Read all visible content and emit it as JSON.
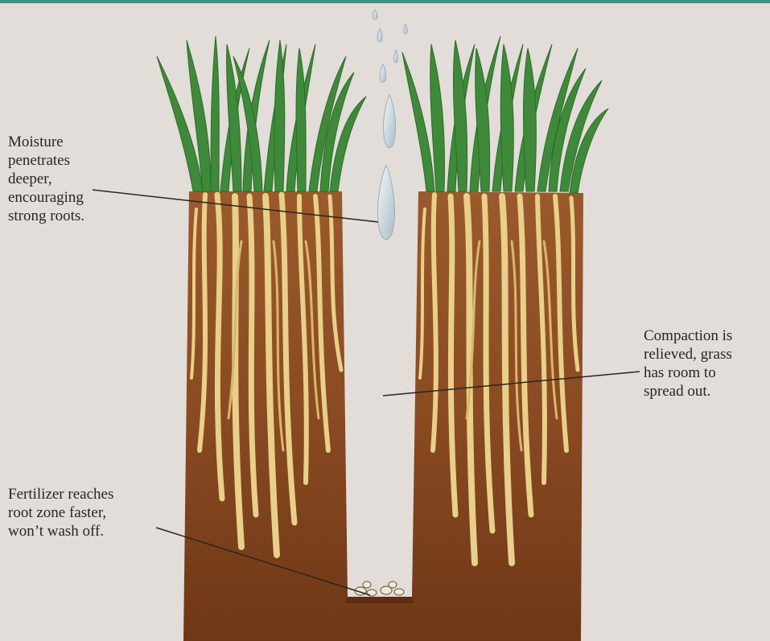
{
  "annotations": {
    "moisture": "Moisture\npenetrates\ndeeper,\nencouraging\nstrong roots.",
    "compaction": "Compaction is\nrelieved, grass\nhas room to\nspread out.",
    "fertilizer": "Fertilizer reaches\nroot zone faster,\nwon’t wash off."
  },
  "colors": {
    "background": "#e2ddd8",
    "accent_bar": "#3f8f86",
    "soil": "#8a4a22",
    "soil_dark": "#5e2c12",
    "roots": "#e8cf8a",
    "grass": "#3f8a3a",
    "grass_dark": "#2c6a2a",
    "water": "#c9d6dd",
    "leader_line": "#2a2522"
  }
}
